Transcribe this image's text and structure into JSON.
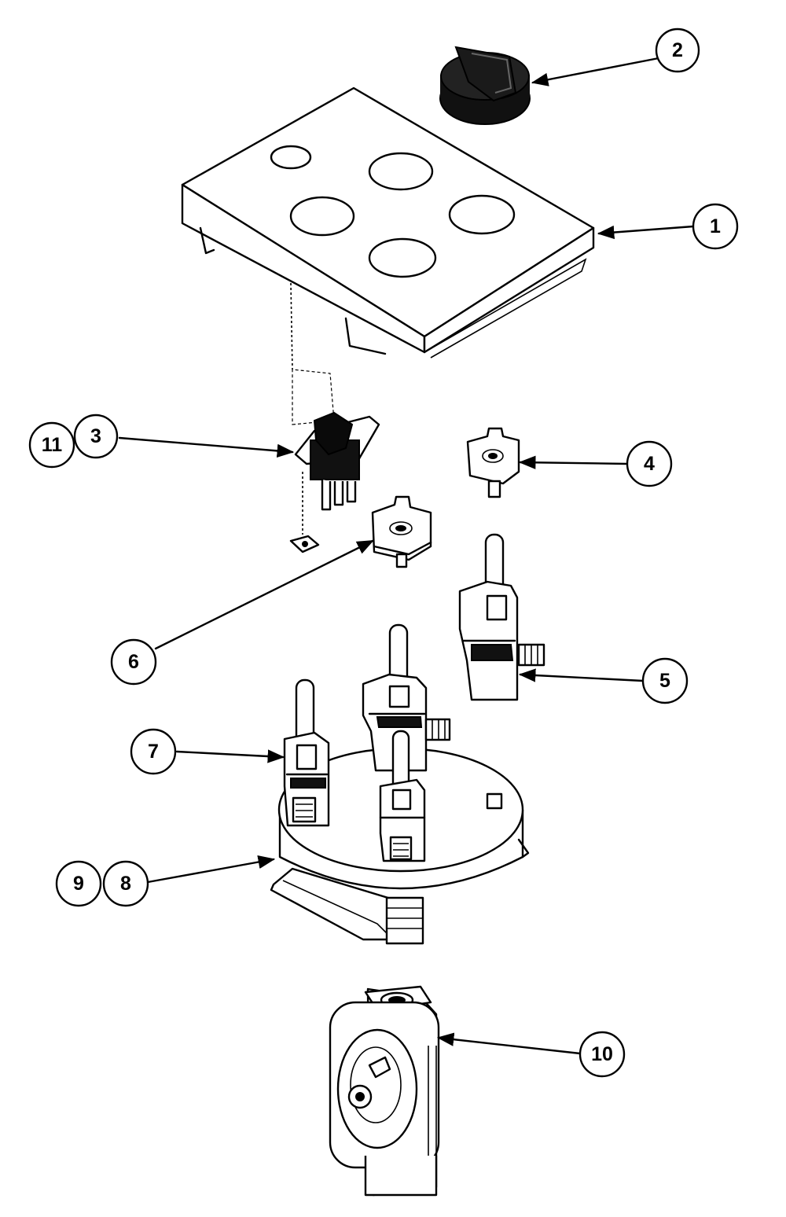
{
  "callouts": [
    {
      "id": "c1",
      "label": "1"
    },
    {
      "id": "c2",
      "label": "2"
    },
    {
      "id": "c3",
      "label": "3"
    },
    {
      "id": "c4",
      "label": "4"
    },
    {
      "id": "c5",
      "label": "5"
    },
    {
      "id": "c6",
      "label": "6"
    },
    {
      "id": "c7",
      "label": "7"
    },
    {
      "id": "c8",
      "label": "8"
    },
    {
      "id": "c9",
      "label": "9"
    },
    {
      "id": "c10",
      "label": "10"
    },
    {
      "id": "c11",
      "label": "11"
    }
  ],
  "colors": {
    "ink": "#000000",
    "paper": "#ffffff",
    "fill_dark": "#111111"
  }
}
